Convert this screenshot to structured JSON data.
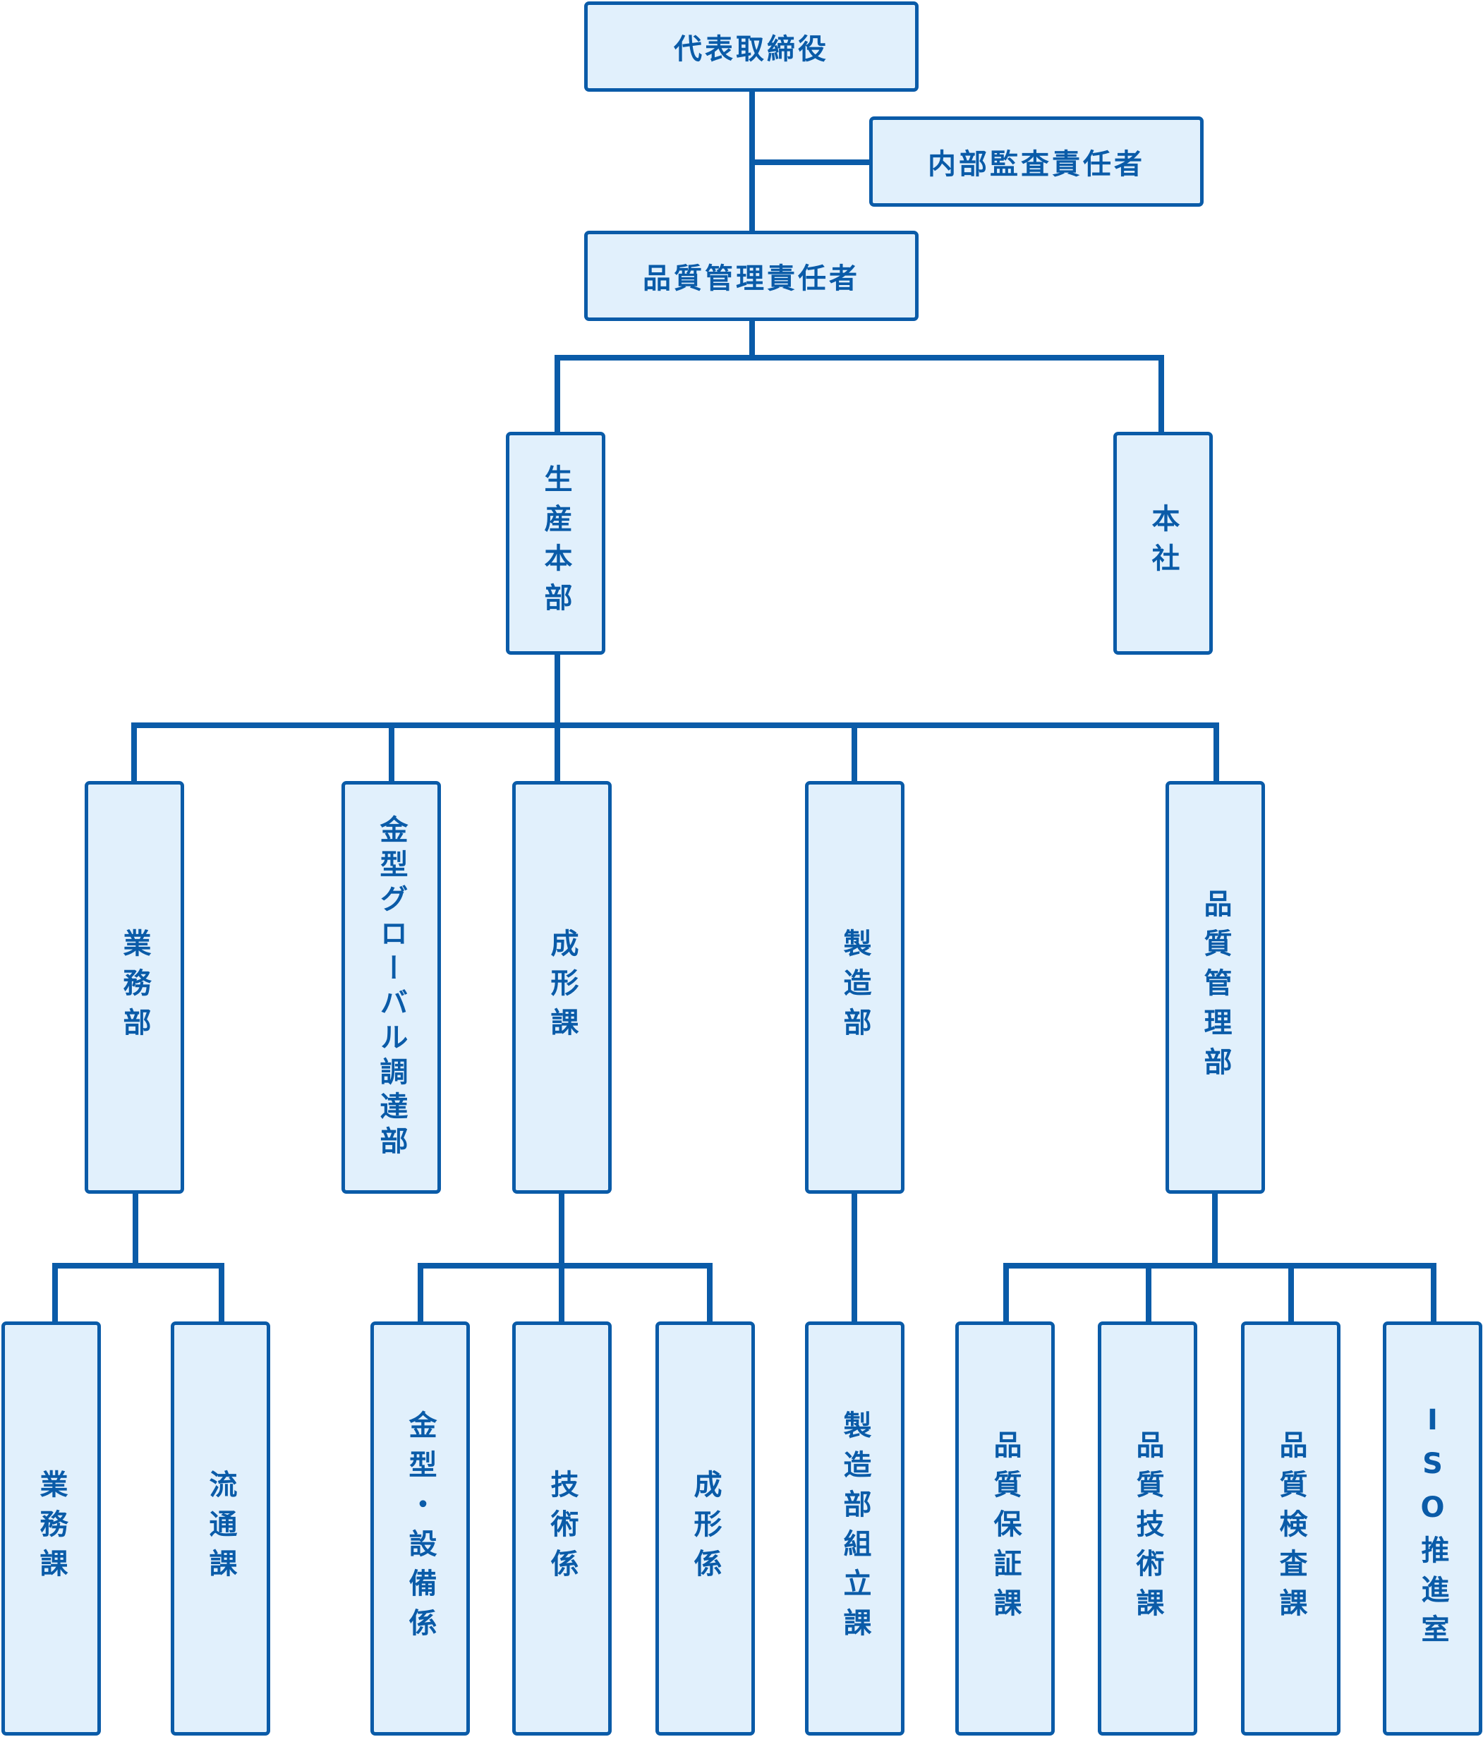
{
  "org": {
    "ceo": "代表取締役",
    "auditor": "内部監査責任者",
    "qm_manager": "品質管理責任者",
    "production_hq": "生産本部",
    "head_office": "本社",
    "business_dept": "業務部",
    "mold_procurement": "金型グローバル調達部",
    "molding_section": "成形課",
    "manufacturing_dept": "製造部",
    "qc_dept": "品質管理部",
    "business_section": "業務課",
    "distribution_section": "流通課",
    "mold_equipment": "金型・設備係",
    "technical_unit": "技術係",
    "molding_unit": "成形係",
    "assembly_section": "製造部組立課",
    "qa_section": "品質保証課",
    "quality_tech_section": "品質技術課",
    "inspection_section": "品質検査課",
    "iso_office": "ISO推進室"
  }
}
